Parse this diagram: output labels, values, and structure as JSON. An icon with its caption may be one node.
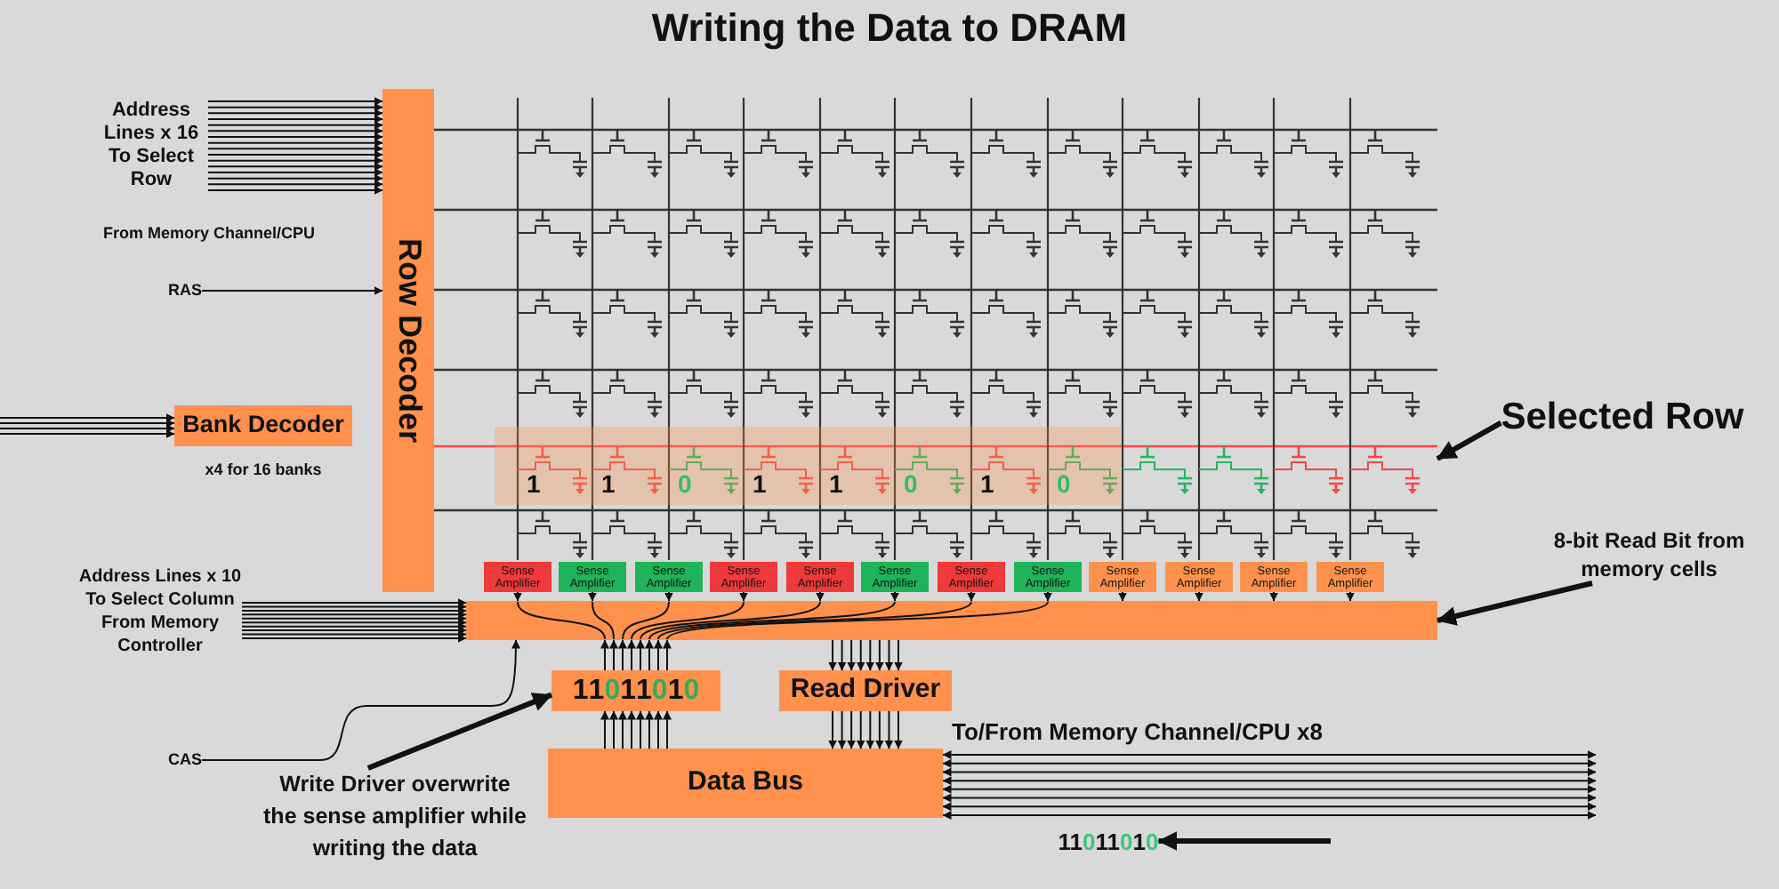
{
  "diagram": {
    "title": "Writing the Data to DRAM",
    "nodes": [
      {
        "text": [
          "Address Lines x 16 To Select Row"
        ]
      },
      {
        "text": [
          "Row Decoder"
        ]
      },
      {
        "text": [
          "RAS"
        ]
      },
      {
        "text": [
          "Bank Decoder"
        ],
        "beside": [
          "x4 for 16 banks"
        ]
      },
      {
        "text": [
          "Selected Row"
        ]
      },
      {
        "text": [
          "1",
          "1",
          "0",
          "1",
          "1",
          "0",
          "1",
          "0"
        ]
      },
      {
        "text": [
          "Sense Amplifier"
        ]
      },
      {
        "text": [
          "Sense Amplifier"
        ]
      },
      {
        "text": [
          "Sense Amplifier"
        ]
      },
      {
        "text": [
          "Sense Amplifier"
        ]
      },
      {
        "text": [
          "Sense Amplifier"
        ]
      },
      {
        "text": [
          "Sense Amplifier"
        ]
      },
      {
        "text": [
          "Sense Amplifier"
        ]
      },
      {
        "text": [
          "Sense Amplifier"
        ]
      },
      {
        "text": [
          "Sense Amplifier"
        ]
      },
      {
        "text": [
          "Sense Amplifier"
        ]
      },
      {
        "text": [
          "Sense Amplifier"
        ]
      },
      {
        "text": [
          "Sense Amplifier"
        ]
      },
      {
        "text": [
          "8-bit Read Bit from memory cells"
        ]
      },
      {
        "text": [
          "Address Lines x 10 To Select Column From Memory Controller"
        ]
      },
      {
        "text": [],
        "shape": "bar"
      },
      {
        "text": [
          "11011010"
        ]
      },
      {
        "text": [
          "Read Driver"
        ]
      },
      {
        "text": [
          "CAS"
        ]
      },
      {
        "text": [
          "Write Driver overwrite the sense amplifier while writing the data"
        ]
      },
      {
        "text": [
          "Data Bus"
        ]
      },
      {
        "text": [
          "11011010"
        ]
      }
    ],
    "edges": [
      {
        "from": 0,
        "to": 1,
        "arrow": "to"
      },
      {
        "from": 0,
        "to": 1,
        "arrow": "to"
      },
      {
        "from": 0,
        "to": 1,
        "arrow": "to"
      },
      {
        "from": 0,
        "to": 1,
        "arrow": "to"
      },
      {
        "from": 0,
        "to": 1,
        "arrow": "to"
      },
      {
        "from": 0,
        "to": 1,
        "arrow": "to"
      },
      {
        "from": 0,
        "to": 1,
        "arrow": "to"
      },
      {
        "from": 0,
        "to": 1,
        "arrow": "to"
      },
      {
        "from": 0,
        "to": 1,
        "arrow": "to"
      },
      {
        "from": 0,
        "to": 1,
        "arrow": "to"
      },
      {
        "from": 0,
        "to": 1,
        "arrow": "to"
      },
      {
        "from": 0,
        "to": 1,
        "arrow": "to"
      },
      {
        "from": 0,
        "to": 1,
        "arrow": "to"
      },
      {
        "from": 0,
        "to": 1,
        "arrow": "to"
      },
      {
        "from": 0,
        "to": 1,
        "arrow": "to"
      },
      {
        "from": 0,
        "to": 1,
        "arrow": "to"
      },
      {
        "from": 2,
        "to": 1,
        "arrow": "to"
      },
      {
        "from": null,
        "to": 3,
        "arrow": "to"
      },
      {
        "from": null,
        "to": 3,
        "arrow": "to"
      },
      {
        "from": null,
        "to": 3,
        "arrow": "to"
      },
      {
        "from": null,
        "to": 3,
        "arrow": "to"
      },
      {
        "from": 4,
        "to": null,
        "arrow": "to",
        "style": "thick"
      },
      {
        "from": 6,
        "to": 20,
        "arrow": "to"
      },
      {
        "from": 7,
        "to": 20,
        "arrow": "to"
      },
      {
        "from": 8,
        "to": 20,
        "arrow": "to"
      },
      {
        "from": 9,
        "to": 20,
        "arrow": "to"
      },
      {
        "from": 10,
        "to": 20,
        "arrow": "to"
      },
      {
        "from": 11,
        "to": 20,
        "arrow": "to"
      },
      {
        "from": 12,
        "to": 20,
        "arrow": "to"
      },
      {
        "from": 13,
        "to": 20,
        "arrow": "to"
      },
      {
        "from": 14,
        "to": 20,
        "arrow": "to"
      },
      {
        "from": 15,
        "to": 20,
        "arrow": "to"
      },
      {
        "from": 16,
        "to": 20,
        "arrow": "to"
      },
      {
        "from": 17,
        "to": 20,
        "arrow": "to"
      },
      {
        "from": 18,
        "to": 20,
        "arrow": "to",
        "style": "thick"
      },
      {
        "from": 19,
        "to": 20,
        "arrow": "to"
      },
      {
        "from": 19,
        "to": 20,
        "arrow": "to"
      },
      {
        "from": 19,
        "to": 20,
        "arrow": "to"
      },
      {
        "from": 19,
        "to": 20,
        "arrow": "to"
      },
      {
        "from": 19,
        "to": 20,
        "arrow": "to"
      },
      {
        "from": 19,
        "to": 20,
        "arrow": "to"
      },
      {
        "from": 19,
        "to": 20,
        "arrow": "to"
      },
      {
        "from": 19,
        "to": 20,
        "arrow": "to"
      },
      {
        "from": 19,
        "to": 20,
        "arrow": "to"
      },
      {
        "from": 19,
        "to": 20,
        "arrow": "to"
      },
      {
        "from": 21,
        "to": 20,
        "arrow": "to"
      },
      {
        "from": 21,
        "to": 20,
        "arrow": "to"
      },
      {
        "from": 21,
        "to": 20,
        "arrow": "to"
      },
      {
        "from": 21,
        "to": 20,
        "arrow": "to"
      },
      {
        "from": 21,
        "to": 20,
        "arrow": "to"
      },
      {
        "from": 21,
        "to": 20,
        "arrow": "to"
      },
      {
        "from": 21,
        "to": 20,
        "arrow": "to"
      },
      {
        "from": 21,
        "to": 20,
        "arrow": "to"
      },
      {
        "from": 20,
        "to": 22,
        "arrow": "to"
      },
      {
        "from": 20,
        "to": 22,
        "arrow": "to"
      },
      {
        "from": 20,
        "to": 22,
        "arrow": "to"
      },
      {
        "from": 20,
        "to": 22,
        "arrow": "to"
      },
      {
        "from": 20,
        "to": 22,
        "arrow": "to"
      },
      {
        "from": 20,
        "to": 22,
        "arrow": "to"
      },
      {
        "from": 20,
        "to": 22,
        "arrow": "to"
      },
      {
        "from": 20,
        "to": 22,
        "arrow": "to"
      },
      {
        "from": 23,
        "to": 20,
        "arrow": "to"
      },
      {
        "from": 24,
        "to": 21,
        "arrow": "to",
        "style": "thick"
      },
      {
        "from": 25,
        "to": 21,
        "arrow": "to"
      },
      {
        "from": 25,
        "to": 21,
        "arrow": "to"
      },
      {
        "from": 25,
        "to": 21,
        "arrow": "to"
      },
      {
        "from": 25,
        "to": 21,
        "arrow": "to"
      },
      {
        "from": 25,
        "to": 21,
        "arrow": "to"
      },
      {
        "from": 25,
        "to": 21,
        "arrow": "to"
      },
      {
        "from": 25,
        "to": 21,
        "arrow": "to"
      },
      {
        "from": 25,
        "to": 21,
        "arrow": "to"
      },
      {
        "from": 22,
        "to": 25,
        "arrow": "to"
      },
      {
        "from": 22,
        "to": 25,
        "arrow": "to"
      },
      {
        "from": 22,
        "to": 25,
        "arrow": "to"
      },
      {
        "from": 22,
        "to": 25,
        "arrow": "to"
      },
      {
        "from": 22,
        "to": 25,
        "arrow": "to"
      },
      {
        "from": 22,
        "to": 25,
        "arrow": "to"
      },
      {
        "from": 22,
        "to": 25,
        "arrow": "to"
      },
      {
        "from": 22,
        "to": 25,
        "arrow": "to"
      },
      {
        "from": 25,
        "to": null,
        "arrow": "both"
      },
      {
        "from": 25,
        "to": null,
        "arrow": "both"
      },
      {
        "from": 25,
        "to": null,
        "arrow": "both"
      },
      {
        "from": 25,
        "to": null,
        "arrow": "both"
      },
      {
        "from": 25,
        "to": null,
        "arrow": "both"
      },
      {
        "from": 25,
        "to": null,
        "arrow": "both"
      },
      {
        "from": 25,
        "to": null,
        "arrow": "both"
      },
      {
        "from": 25,
        "to": null,
        "arrow": "both"
      },
      {
        "from": null,
        "to": 26,
        "arrow": "to",
        "style": "thick"
      }
    ],
    "labels": [
      "From Memory Channel/CPU",
      "To/From Memory Channel/CPU x8"
    ]
  }
}
